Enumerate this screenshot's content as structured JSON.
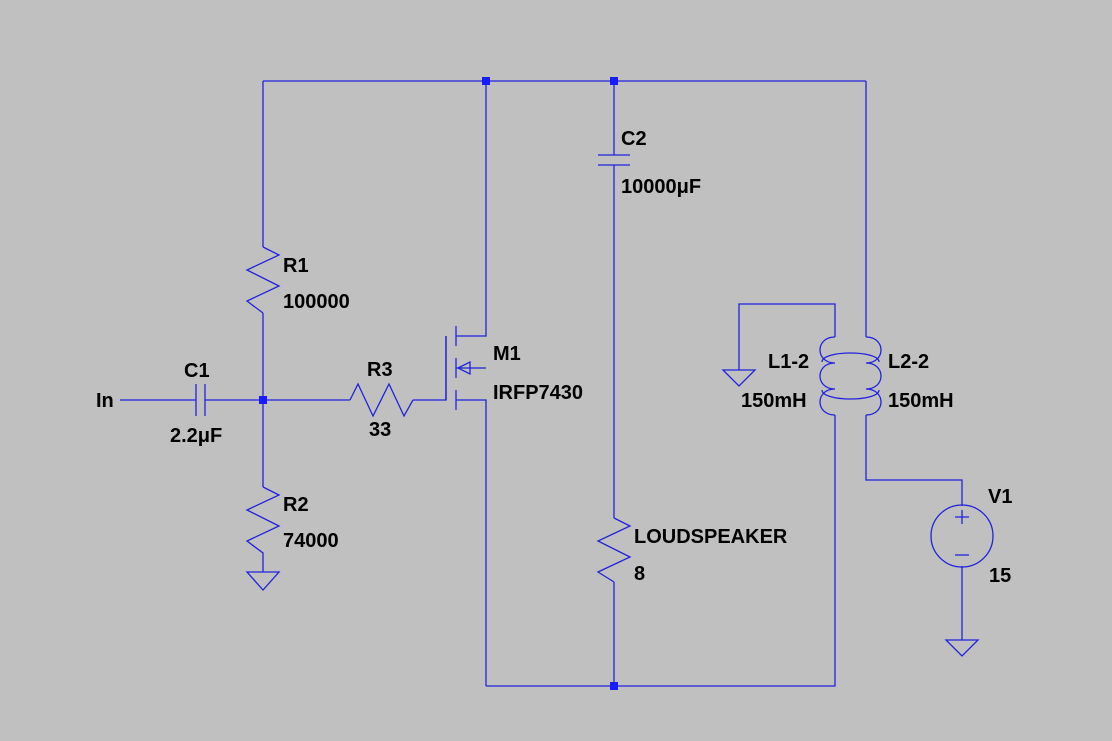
{
  "net_labels": {
    "input": "In"
  },
  "components": {
    "c1": {
      "ref": "C1",
      "value": "2.2μF"
    },
    "c2": {
      "ref": "C2",
      "value": "10000μF"
    },
    "r1": {
      "ref": "R1",
      "value": "100000"
    },
    "r2": {
      "ref": "R2",
      "value": "74000"
    },
    "r3": {
      "ref": "R3",
      "value": "33"
    },
    "m1": {
      "ref": "M1",
      "value": "IRFP7430"
    },
    "speaker": {
      "ref": "LOUDSPEAKER",
      "value": "8"
    },
    "l1": {
      "ref": "L1-2",
      "value": "150mH"
    },
    "l2": {
      "ref": "L2-2",
      "value": "150mH"
    },
    "v1": {
      "ref": "V1",
      "value": "15",
      "plus": "+",
      "minus": "−"
    }
  },
  "colors": {
    "background": "#c0c0c0",
    "wire": "#2222dd",
    "junction": "#1a1aff",
    "text": "#000000"
  }
}
